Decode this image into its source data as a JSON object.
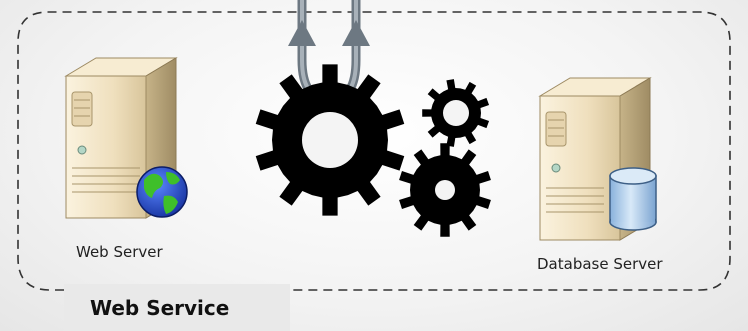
{
  "diagram": {
    "boundary_label": "Web Service",
    "nodes": [
      {
        "id": "web_server",
        "label": "Web Server",
        "icon": "server-globe-icon"
      },
      {
        "id": "database_server",
        "label": "Database Server",
        "icon": "server-database-icon"
      }
    ],
    "center_icon": "gears-icon",
    "connector_icon": "curved-arrows-icon"
  },
  "colors": {
    "server_body": "#f0e2c6",
    "server_shadow": "#b6a47e",
    "gear": "#000000",
    "arrow": "#7a8690",
    "globe_ocean": "#2a4fc9",
    "globe_land": "#3fbf2a",
    "database": "#a9c8e6",
    "boundary_dash": "#333333"
  }
}
